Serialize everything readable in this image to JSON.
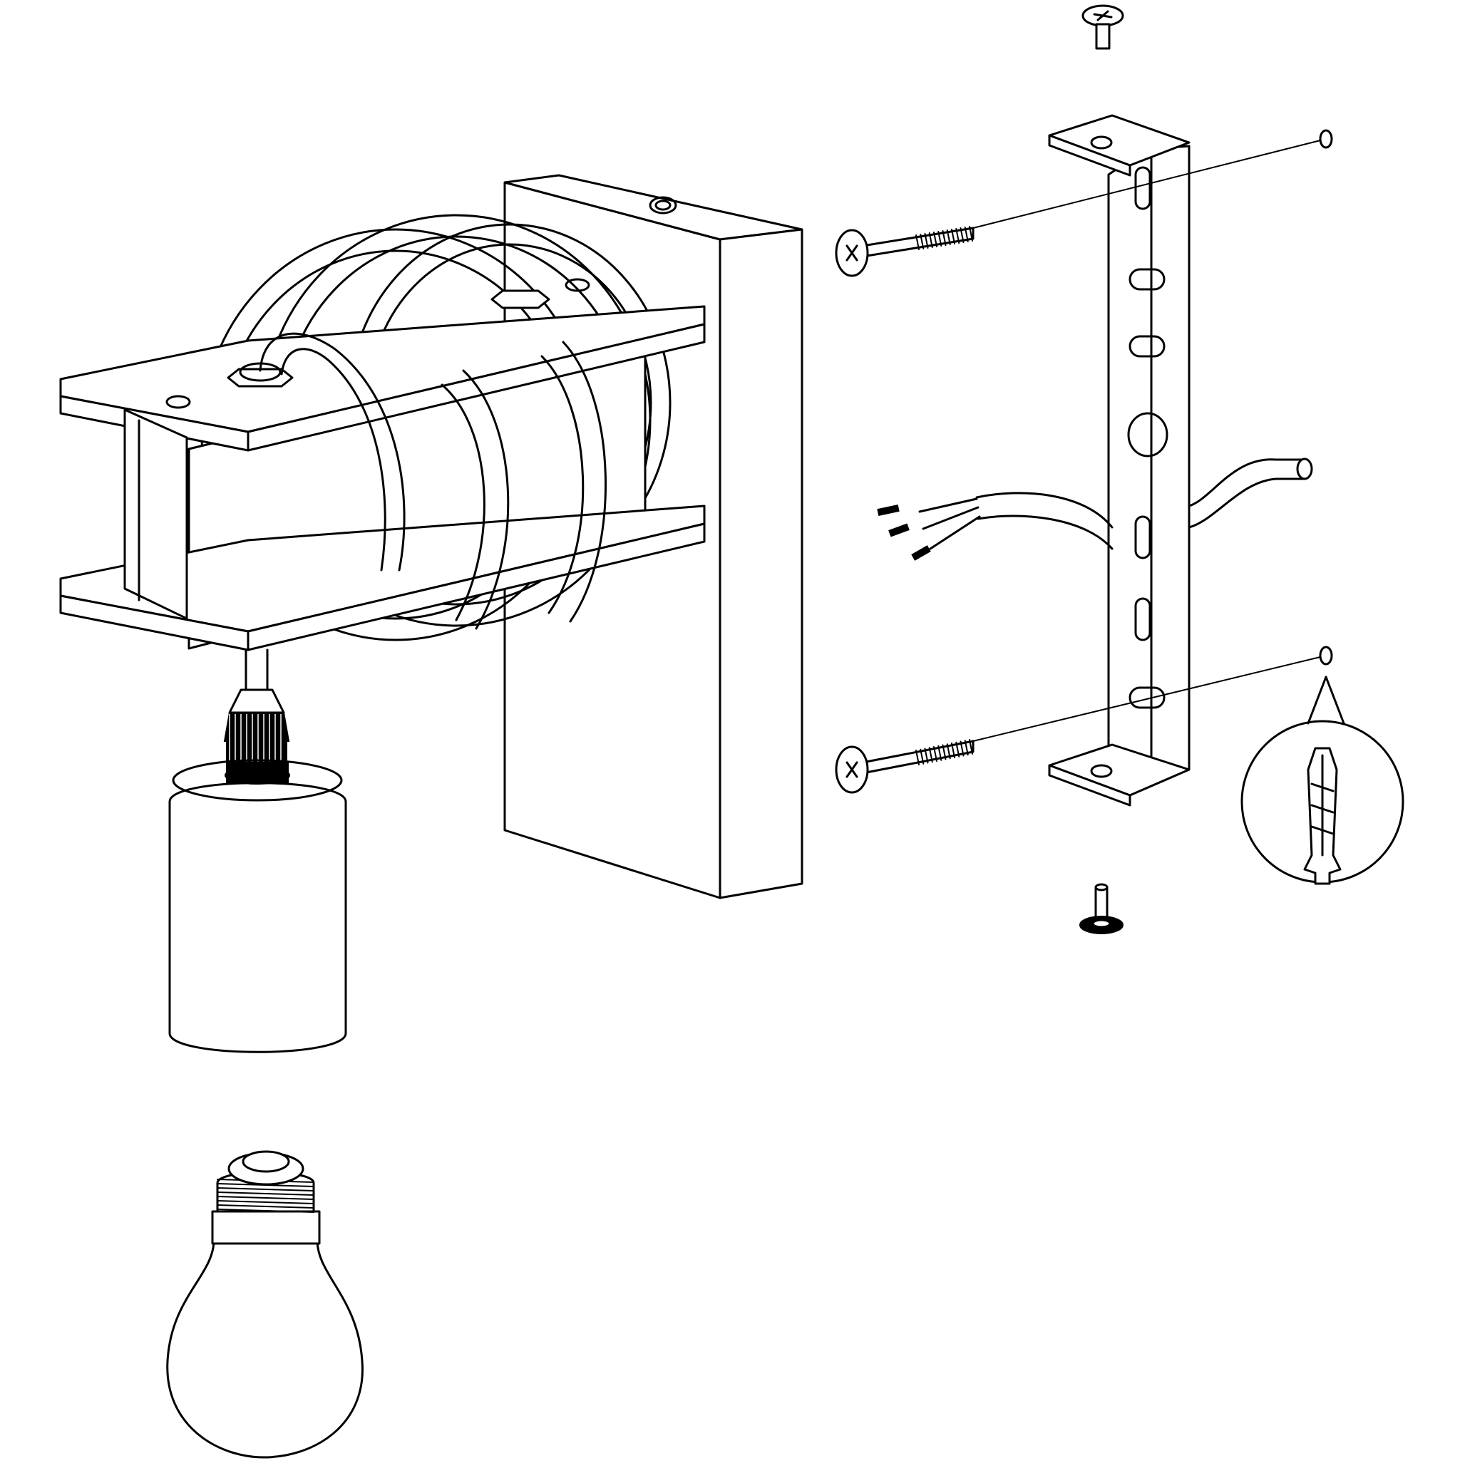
{
  "diagram": {
    "type": "exploded-assembly",
    "parts": [
      "mounting-screw-top",
      "mounting-bracket",
      "wall-screw-upper",
      "wall-screw-lower",
      "wall-plug",
      "power-cable",
      "ground-screw",
      "wall-plate",
      "i-beam-arm",
      "coiled-cable",
      "strain-relief",
      "lamp-socket",
      "light-bulb"
    ],
    "colors": {
      "line": "#000000",
      "background": "#ffffff"
    }
  }
}
